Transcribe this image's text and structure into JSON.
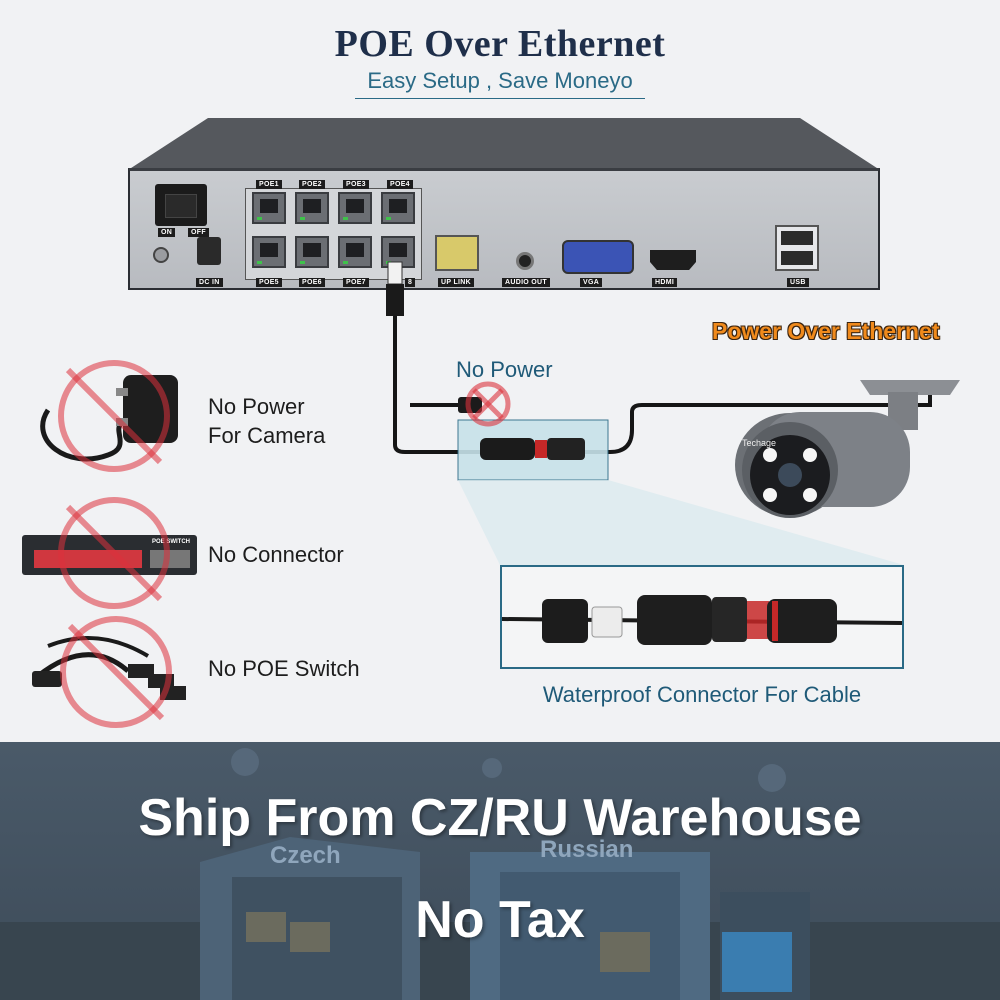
{
  "header": {
    "title": "POE Over Ethernet",
    "subtitle": "Easy Setup , Save Moneyo"
  },
  "nvr": {
    "switch_on": "ON",
    "switch_off": "OFF",
    "dc_in": "DC IN",
    "poe_ports_top": [
      "POE1",
      "POE2",
      "POE3",
      "POE4"
    ],
    "poe_ports_bottom": [
      "POE5",
      "POE6",
      "POE7",
      "8"
    ],
    "uplink": "UP LINK",
    "audio_out": "AUDIO OUT",
    "vga": "VGA",
    "hdmi": "HDMI",
    "usb": "USB"
  },
  "left_items": [
    {
      "label_line1": "No Power",
      "label_line2": "For Camera",
      "icon": "power-adapter-icon"
    },
    {
      "label_line1": "No Connector",
      "label_line2": "",
      "icon": "poe-switch-icon"
    },
    {
      "label_line1": "No POE Switch",
      "label_line2": "",
      "icon": "splitter-cable-icon"
    }
  ],
  "poe_switch_device_label": "POE SWITCH",
  "diagram": {
    "no_power_label": "No Power",
    "poe_label": "Power Over Ethernet",
    "camera_brand": "Techage",
    "caption": "Waterproof Connector For Cable"
  },
  "banner": {
    "line1": "Ship From CZ/RU Warehouse",
    "line2": "No Tax",
    "sign_left": "Czech",
    "sign_right": "Russian"
  },
  "colors": {
    "title": "#1f2f4a",
    "accent_blue": "#2a6a86",
    "forbidden_red": "#dc323c",
    "poe_orange": "#f08a1c",
    "banner_bg": "#45535f"
  }
}
